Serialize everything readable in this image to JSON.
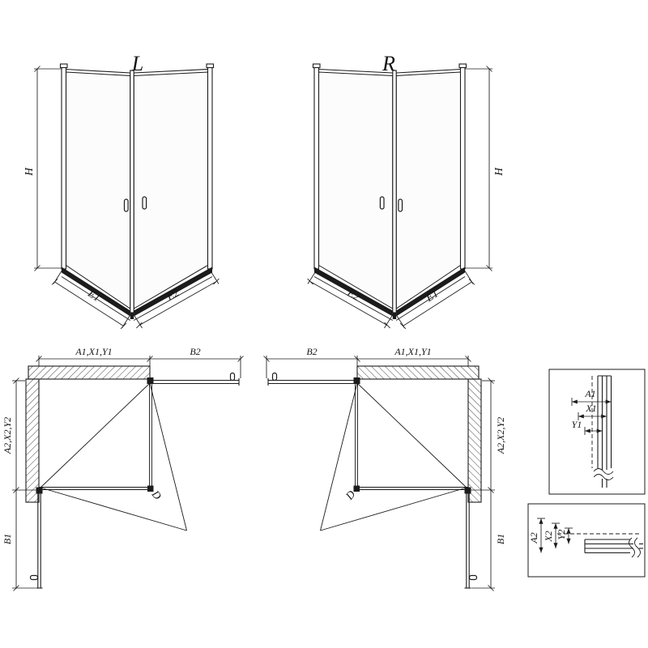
{
  "colors": {
    "ink": "#1b1b1b",
    "glass": "#fcfcfc",
    "background": "#ffffff"
  },
  "iso_left": {
    "variant_label": "L",
    "dim_height": "H",
    "dim_width_left": "E1",
    "dim_width_right": "E2"
  },
  "iso_right": {
    "variant_label": "R",
    "dim_height": "H",
    "dim_width_left": "E2",
    "dim_width_right": "E1"
  },
  "plan_left": {
    "dim_top_left": "A1,X1,Y1",
    "dim_top_right": "B2",
    "dim_side_upper": "A2,X2,Y2",
    "dim_side_lower": "B1",
    "dim_diagonal": "D"
  },
  "plan_right": {
    "dim_top_left": "B2",
    "dim_top_right": "A1,X1,Y1",
    "dim_side_upper": "A2,X2,Y2",
    "dim_side_lower": "B1",
    "dim_diagonal": "D"
  },
  "detail_top": {
    "dim_outer": "A1",
    "dim_mid": "X1",
    "dim_inner": "Y1"
  },
  "detail_bottom": {
    "dim_outer": "A2",
    "dim_mid": "X2",
    "dim_inner": "Y2"
  }
}
